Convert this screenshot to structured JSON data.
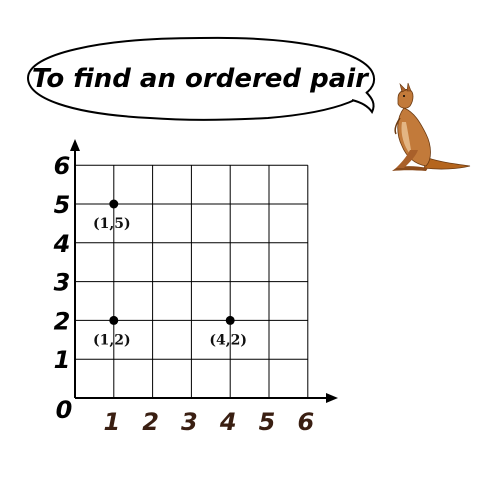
{
  "bubble": {
    "text": "To find an ordered pair"
  },
  "grid": {
    "origin_label": "0",
    "x_ticks": [
      "1",
      "2",
      "3",
      "4",
      "5",
      "6"
    ],
    "y_ticks": [
      "1",
      "2",
      "3",
      "4",
      "5",
      "6"
    ]
  },
  "points": [
    {
      "x": 1,
      "y": 5,
      "label": "(1,5)"
    },
    {
      "x": 1,
      "y": 2,
      "label": "(1,2)"
    },
    {
      "x": 4,
      "y": 2,
      "label": "(4,2)"
    }
  ],
  "mascot": {
    "icon": "kangaroo-icon",
    "color": "#b5651d"
  }
}
